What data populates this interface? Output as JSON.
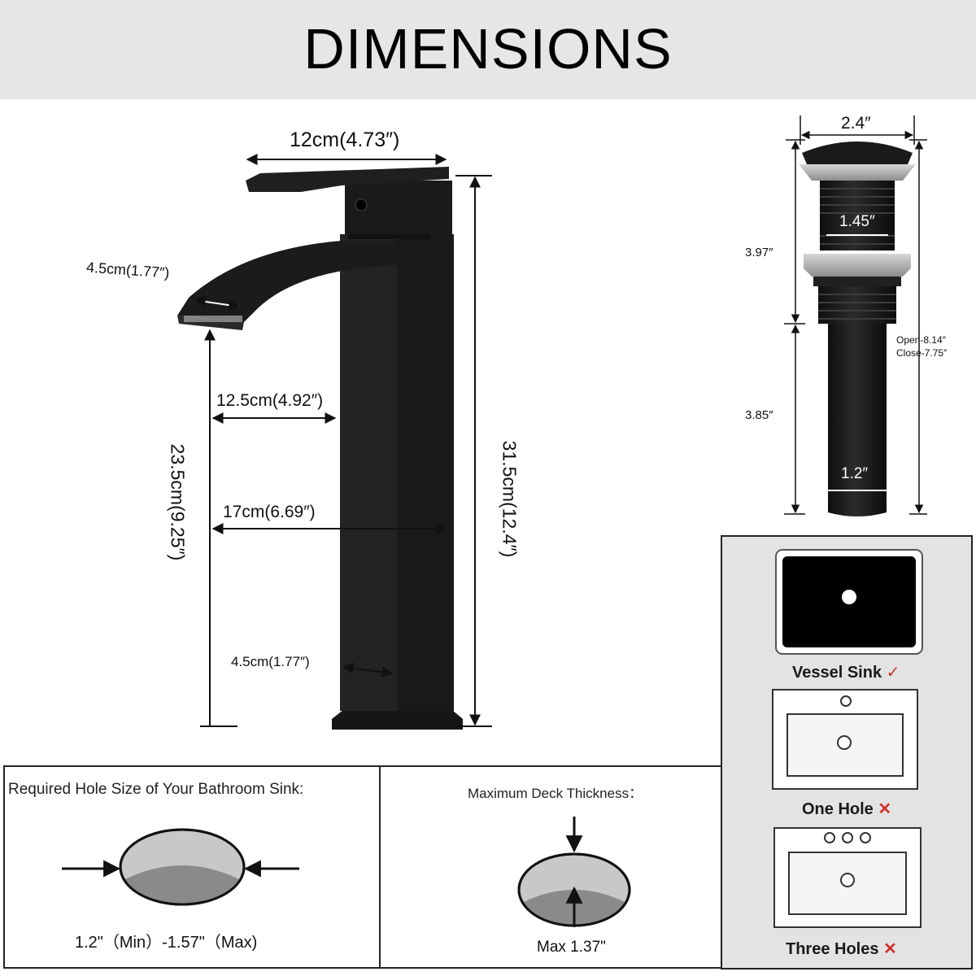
{
  "header": {
    "title": "DIMENSIONS"
  },
  "faucet": {
    "top_width": "12cm(4.73″)",
    "spout_width": "4.5cm(1.77″)",
    "reach_inner": "12.5cm(4.92″)",
    "reach_outer": "17cm(6.69″)",
    "spout_height": "23.5cm(9.25″)",
    "total_height": "31.5cm(12.4″)",
    "base_width": "4.5cm(1.77″)"
  },
  "drain": {
    "cap_width": "2.4″",
    "thread_width": "1.45″",
    "upper_height": "3.97″",
    "lower_height": "3.85″",
    "pipe_width": "1.2″",
    "open_length": "Open-8.14″",
    "close_length": "Close-7.75″"
  },
  "hole_size": {
    "title": "Required Hole Size of Your Bathroom Sink:",
    "caption": "1.2\"（Min）-1.57\"（Max)"
  },
  "deck": {
    "title": "Maximum Deck Thickness：",
    "caption": "Max 1.37\""
  },
  "sinks": [
    {
      "label": "Vessel Sink",
      "mark": "✓"
    },
    {
      "label": "One Hole",
      "mark": "✕"
    },
    {
      "label": "Three Holes",
      "mark": "✕"
    }
  ]
}
